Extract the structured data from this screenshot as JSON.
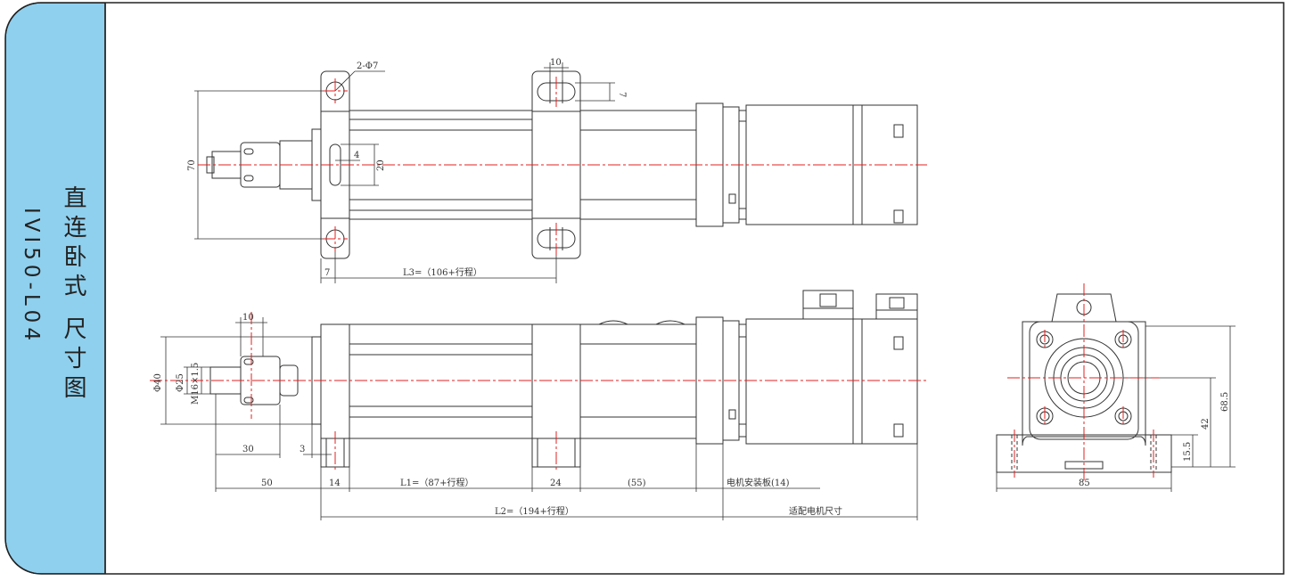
{
  "sidebar": {
    "title_cn": "直连卧式 尺寸图",
    "model": "IVI50-L04",
    "color": "#8fd0ee"
  },
  "colors": {
    "line": "#333333",
    "centerline": "#e02020",
    "frame": "#222222"
  },
  "top_view": {
    "hole_spec": "2-Φ7",
    "slot_width": "10",
    "slot_height": "7",
    "height": "70",
    "slot_small": "4",
    "slot_len": "20",
    "edge_offset": "7",
    "l3": "L3=（106+行程）"
  },
  "side_view": {
    "flat_width": "10",
    "d_outer": "Φ40",
    "d_rod": "Φ25",
    "thread": "M16×1.5",
    "rod_len": "30",
    "rod_step": "3",
    "front_len": "50",
    "head_len": "14",
    "l1": "L1=（87+行程）",
    "mid_block": "24",
    "rear_len": "(55)",
    "motor_plate": "电机安装板(14)",
    "l2": "L2=（194+行程）",
    "motor_size": "适配电机尺寸"
  },
  "end_view": {
    "width": "85",
    "total_height": "68.5",
    "axis_height": "42",
    "foot_height": "15.5"
  }
}
